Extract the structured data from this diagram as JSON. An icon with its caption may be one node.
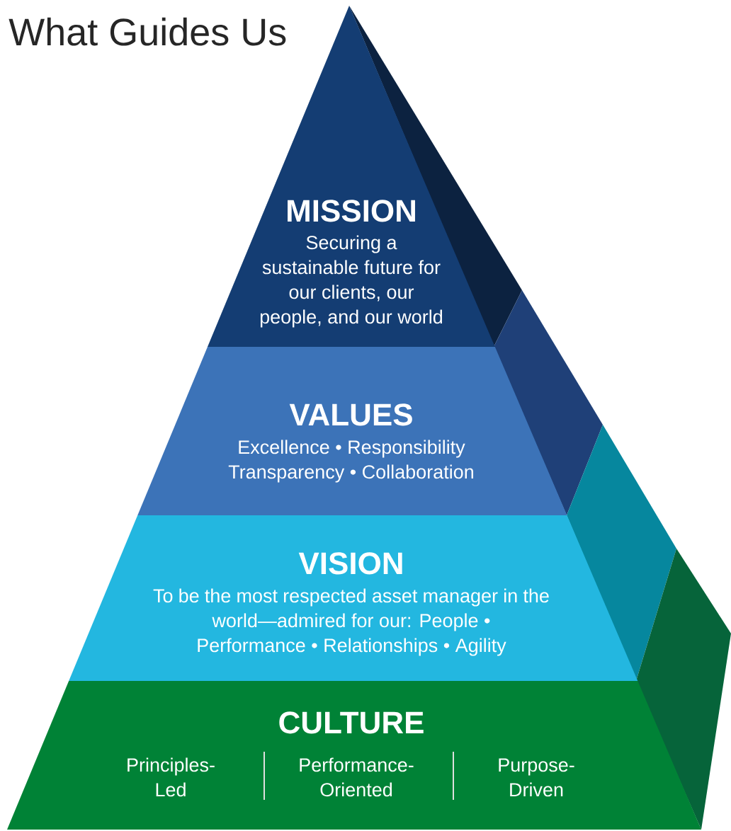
{
  "diagram": {
    "title": "What Guides Us",
    "nodes": [
      {
        "text": [
          "MISSION",
          "Securing a sustainable future for our clients, our people, and our world"
        ]
      },
      {
        "text": [
          "VALUES",
          "Excellence • Responsibility Transparency • Collaboration"
        ]
      },
      {
        "text": [
          "VISION",
          "To be the most respected asset manager in the world—admired for our: People • Performance • Relationships • Agility"
        ]
      },
      {
        "text": [
          "CULTURE",
          "Principles-Led",
          "Performance-Oriented",
          "Purpose-Driven"
        ]
      }
    ]
  }
}
